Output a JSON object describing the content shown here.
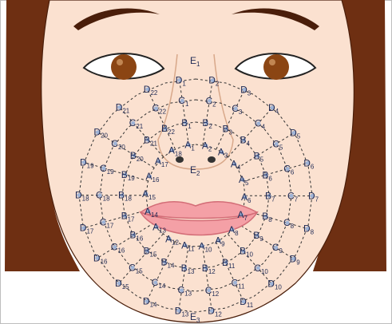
{
  "labels": {
    "E": {
      "E1": {
        "letter": "E",
        "num": "1"
      },
      "E2": {
        "letter": "E",
        "num": "2"
      },
      "E3": {
        "letter": "E",
        "num": "3"
      }
    },
    "A": [
      {
        "letter": "A",
        "num": "1"
      },
      {
        "letter": "A",
        "num": "2"
      },
      {
        "letter": "A",
        "num": "3"
      },
      {
        "letter": "A",
        "num": "4"
      },
      {
        "letter": "A",
        "num": "5"
      },
      {
        "letter": "A",
        "num": "6"
      },
      {
        "letter": "A",
        "num": "7"
      },
      {
        "letter": "A",
        "num": "8"
      },
      {
        "letter": "A",
        "num": "9"
      },
      {
        "letter": "A",
        "num": "10"
      },
      {
        "letter": "A",
        "num": "11"
      },
      {
        "letter": "A",
        "num": "12"
      },
      {
        "letter": "A",
        "num": "13"
      },
      {
        "letter": "A",
        "num": "14"
      },
      {
        "letter": "A",
        "num": "15"
      },
      {
        "letter": "A",
        "num": "16"
      },
      {
        "letter": "A",
        "num": "17"
      },
      {
        "letter": "A",
        "num": "18"
      }
    ],
    "B": [
      {
        "letter": "B",
        "num": "1"
      },
      {
        "letter": "B",
        "num": "2"
      },
      {
        "letter": "B",
        "num": "3"
      },
      {
        "letter": "B",
        "num": "4"
      },
      {
        "letter": "B",
        "num": "5"
      },
      {
        "letter": "B",
        "num": "6"
      },
      {
        "letter": "B",
        "num": "7"
      },
      {
        "letter": "B",
        "num": "8"
      },
      {
        "letter": "B",
        "num": "9"
      },
      {
        "letter": "B",
        "num": "10"
      },
      {
        "letter": "B",
        "num": "11"
      },
      {
        "letter": "B",
        "num": "12"
      },
      {
        "letter": "B",
        "num": "13"
      },
      {
        "letter": "B",
        "num": "14"
      },
      {
        "letter": "B",
        "num": "15"
      },
      {
        "letter": "B",
        "num": "16"
      },
      {
        "letter": "B",
        "num": "17"
      },
      {
        "letter": "B",
        "num": "18"
      },
      {
        "letter": "B",
        "num": "19"
      },
      {
        "letter": "B",
        "num": "20"
      },
      {
        "letter": "B",
        "num": "21"
      },
      {
        "letter": "B",
        "num": "22"
      }
    ],
    "C": [
      {
        "letter": "C",
        "num": "1"
      },
      {
        "letter": "C",
        "num": "2"
      },
      {
        "letter": "C",
        "num": "3"
      },
      {
        "letter": "C",
        "num": "4"
      },
      {
        "letter": "C",
        "num": "5"
      },
      {
        "letter": "C",
        "num": "6"
      },
      {
        "letter": "C",
        "num": "7"
      },
      {
        "letter": "C",
        "num": "8"
      },
      {
        "letter": "C",
        "num": "9"
      },
      {
        "letter": "C",
        "num": "10"
      },
      {
        "letter": "C",
        "num": "11"
      },
      {
        "letter": "C",
        "num": "12"
      },
      {
        "letter": "C",
        "num": "13"
      },
      {
        "letter": "C",
        "num": "14"
      },
      {
        "letter": "C",
        "num": "15"
      },
      {
        "letter": "C",
        "num": "16"
      },
      {
        "letter": "C",
        "num": "17"
      },
      {
        "letter": "C",
        "num": "18"
      },
      {
        "letter": "C",
        "num": "19"
      },
      {
        "letter": "C",
        "num": "20"
      },
      {
        "letter": "C",
        "num": "21"
      },
      {
        "letter": "C",
        "num": "22"
      }
    ],
    "D": [
      {
        "letter": "D",
        "num": "1"
      },
      {
        "letter": "D",
        "num": "2"
      },
      {
        "letter": "D",
        "num": "3"
      },
      {
        "letter": "D",
        "num": "4"
      },
      {
        "letter": "D",
        "num": "5"
      },
      {
        "letter": "D",
        "num": "6"
      },
      {
        "letter": "D",
        "num": "7"
      },
      {
        "letter": "D",
        "num": "8"
      },
      {
        "letter": "D",
        "num": "9"
      },
      {
        "letter": "D",
        "num": "10"
      },
      {
        "letter": "D",
        "num": "11"
      },
      {
        "letter": "D",
        "num": "12"
      },
      {
        "letter": "D",
        "num": "13"
      },
      {
        "letter": "D",
        "num": "14"
      },
      {
        "letter": "D",
        "num": "15"
      },
      {
        "letter": "D",
        "num": "16"
      },
      {
        "letter": "D",
        "num": "17"
      },
      {
        "letter": "D",
        "num": "18"
      },
      {
        "letter": "D",
        "num": "19"
      },
      {
        "letter": "D",
        "num": "20"
      },
      {
        "letter": "D",
        "num": "21"
      },
      {
        "letter": "D",
        "num": "22"
      }
    ]
  },
  "colors": {
    "skin": "#fbe1d0",
    "hair": "#6e2f12",
    "hair_edge": "#4a1e0a",
    "lips": "#f4a0a6",
    "lips_line": "#d36d77",
    "iris": "#8b4513",
    "label_text": "#1f2a55",
    "dash_line": "#333333",
    "marker": "#9fb3d6"
  }
}
